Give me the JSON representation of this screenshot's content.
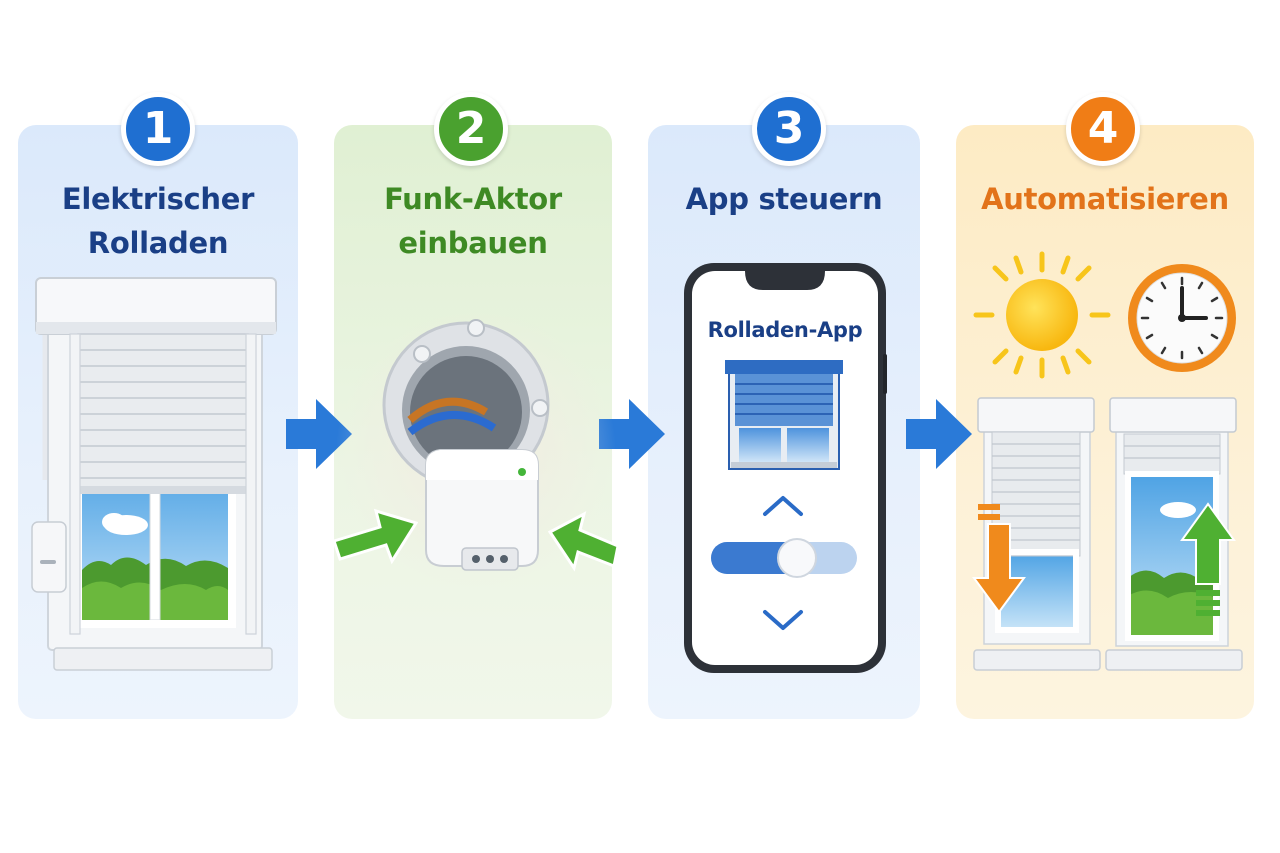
{
  "steps": [
    {
      "number": "1",
      "title_line1": "Elektrischer",
      "title_line2": "Rolladen",
      "color": "#1f6fd1",
      "title_color": "#1a3f86"
    },
    {
      "number": "2",
      "title_line1": "Funk-Aktor",
      "title_line2": "einbauen",
      "color": "#4aa12f",
      "title_color": "#3e8a24"
    },
    {
      "number": "3",
      "title_line1": "App steuern",
      "title_line2": "",
      "color": "#1f6fd1",
      "title_color": "#1a3f86"
    },
    {
      "number": "4",
      "title_line1": "Automatisieren",
      "title_line2": "",
      "color": "#f07d16",
      "title_color": "#e2731a"
    }
  ],
  "app": {
    "label": "Rolladen-App"
  },
  "icons": [
    "arrow-right-icon",
    "sun-icon",
    "clock-icon",
    "chevron-up-icon",
    "chevron-down-icon",
    "arrow-down-icon",
    "arrow-up-icon"
  ],
  "colors": {
    "arrow_blue": "#2a7ad8",
    "arrow_green": "#4fb032",
    "arrow_orange": "#f08a1c"
  }
}
